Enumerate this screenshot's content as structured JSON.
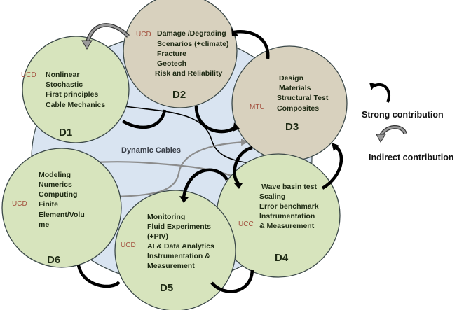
{
  "title": "Dynamic Cables",
  "colors": {
    "background_ellipse": "#d9e4f1",
    "green_node": "#d7e4bd",
    "tan_node": "#d8d1be",
    "outline": "#3b4848",
    "institution_text": "#a24e3c",
    "strong_arrow": "#000000",
    "indirect_arrow": "#8c8c8c"
  },
  "nodes": [
    {
      "id": "D1",
      "label": "D1",
      "institution": "UCD",
      "fill": "green",
      "items": [
        "Nonlinear",
        "Stochastic",
        "First principles",
        "Cable Mechanics"
      ]
    },
    {
      "id": "D2",
      "label": "D2",
      "institution": "UCD",
      "fill": "tan",
      "items": [
        "Damage /Degrading",
        "Scenarios (+climate)",
        "Fracture",
        "Geotech",
        "Risk and Reliability"
      ]
    },
    {
      "id": "D3",
      "label": "D3",
      "institution": "MTU",
      "fill": "tan",
      "items": [
        "Design",
        "Materials",
        "Structural Test",
        "Composites"
      ]
    },
    {
      "id": "D4",
      "label": "D4",
      "institution": "UCC",
      "fill": "green",
      "items": [
        "Wave basin test",
        "Scaling",
        "Error benchmark",
        "Instrumentation",
        "& Measurement"
      ]
    },
    {
      "id": "D5",
      "label": "D5",
      "institution": "UCD",
      "fill": "green",
      "items": [
        "Monitoring",
        "Fluid Experiments",
        "(+PIV)",
        "AI & Data Analytics",
        "Instrumentation &",
        "Measurement"
      ]
    },
    {
      "id": "D6",
      "label": "D6",
      "institution": "UCD",
      "fill": "green",
      "items": [
        "Modeling",
        "Numerics",
        "Computing",
        "Finite",
        "Element/Volu",
        "me"
      ]
    }
  ],
  "links": [
    {
      "from": "D2",
      "to": "D1",
      "type": "indirect"
    },
    {
      "from": "D3",
      "to": "D2",
      "type": "strong"
    },
    {
      "from": "D4",
      "to": "D3",
      "type": "strong"
    },
    {
      "from": "D5",
      "to": "D4",
      "type": "strong"
    },
    {
      "from": "D6",
      "to": "D5",
      "type": "strong"
    },
    {
      "from": "D1",
      "to": "D2",
      "type": "strong"
    },
    {
      "from": "D2",
      "to": "D3",
      "type": "strong"
    },
    {
      "from": "D3",
      "to": "D4",
      "type": "strong"
    },
    {
      "from": "D4",
      "to": "D5",
      "type": "strong"
    },
    {
      "from": "D1",
      "to": "D4",
      "type": "strong"
    },
    {
      "from": "D6",
      "to": "D3",
      "type": "indirect"
    },
    {
      "from": "D4",
      "to": "D6",
      "type": "indirect"
    }
  ],
  "legend": {
    "strong_label": "Strong contribution",
    "indirect_label": "Indirect contribution"
  }
}
